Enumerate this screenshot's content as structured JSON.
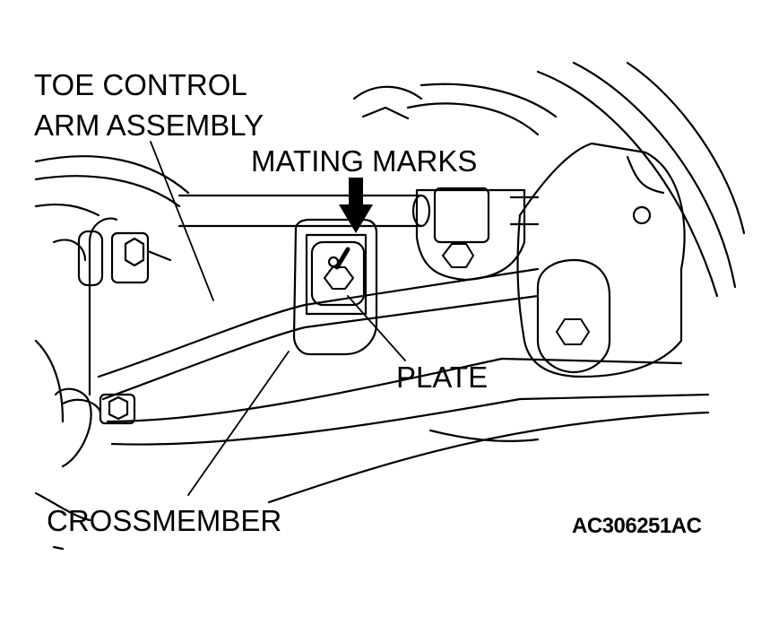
{
  "labels": {
    "toe_line1": "TOE CONTROL",
    "toe_line2": "ARM ASSEMBLY",
    "mating_marks": "MATING MARKS",
    "plate": "PLATE",
    "crossmember": "CROSSMEMBER",
    "figure_code": "AC306251AC"
  },
  "colors": {
    "ink": "#000000",
    "paper": "#ffffff"
  }
}
